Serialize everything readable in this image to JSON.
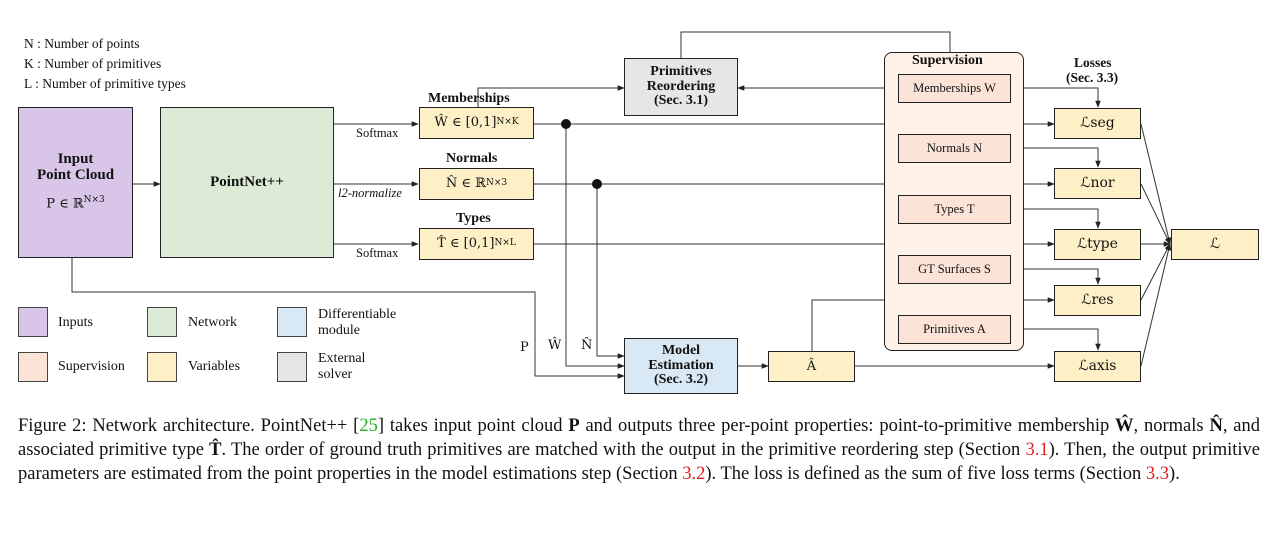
{
  "notation": {
    "n": "N : Number of points",
    "k": "K : Number of primitives",
    "l": "L : Number of primitive types"
  },
  "input_box": {
    "title_line1": "Input",
    "title_line2": "Point Cloud",
    "formula": "P ∈ ℝ^{N×3}"
  },
  "network_box": {
    "label": "PointNet++"
  },
  "ops": {
    "softmax_top": "Softmax",
    "l2": "l2-normalize",
    "softmax_bottom": "Softmax"
  },
  "outputs": {
    "memberships_title": "Memberships",
    "memberships_formula": "Ŵ ∈ [0,1]^{N×K}",
    "normals_title": "Normals",
    "normals_formula": "N̂ ∈ ℝ^{N×3}",
    "types_title": "Types",
    "types_formula": "T̂ ∈ [0,1]^{N×L}"
  },
  "reorder_box": {
    "line1": "Primitives",
    "line2": "Reordering",
    "line3": "(Sec. 3.1)"
  },
  "model_box": {
    "line1": "Model",
    "line2": "Estimation",
    "line3": "(Sec. 3.2)"
  },
  "model_inputs": {
    "p": "P",
    "w": "Ŵ",
    "n": "N̂"
  },
  "a_hat": "Â",
  "supervision": {
    "title": "Supervision",
    "items": [
      "Memberships W",
      "Normals N",
      "Types T",
      "GT Surfaces S",
      "Primitives A"
    ]
  },
  "losses": {
    "title_line1": "Losses",
    "title_line2": "(Sec. 3.3)",
    "items": [
      "ℒseg",
      "ℒnor",
      "ℒtype",
      "ℒres",
      "ℒaxis"
    ],
    "total": "ℒ"
  },
  "legend": {
    "inputs": "Inputs",
    "network": "Network",
    "differentiable": "Differentiable module",
    "supervision": "Supervision",
    "variables": "Variables",
    "external": "External solver"
  },
  "caption": {
    "prefix": "Figure 2: Network architecture. PointNet++ [",
    "ref25": "25",
    "part2": "] takes input point cloud ",
    "P": "P",
    "part3": " and outputs three per-point properties: point-to-primitive membership ",
    "W": "Ŵ",
    "part4": ", normals ",
    "N": "N̂",
    "part5": ", and associated primitive type ",
    "T": "T̂",
    "part6": ". The order of ground truth primitives are matched with the output in the primitive reordering step (Section ",
    "ref31": "3.1",
    "part7": "). Then, the output primitive parameters are estimated from the point properties in the model estimations step (Section ",
    "ref32": "3.2",
    "part8": "). The loss is defined as the sum of five loss terms (Section ",
    "ref33": "3.3",
    "part9": ")."
  },
  "colors": {
    "inputs": "#d9c5e8",
    "network": "#dcebd6",
    "supervision": "#fbe3d7",
    "variables": "#fdf0c6",
    "differentiable": "#d8e8f5",
    "external": "#e6e6e6",
    "reference": "#e0201d",
    "citation": "#1fb01f"
  }
}
